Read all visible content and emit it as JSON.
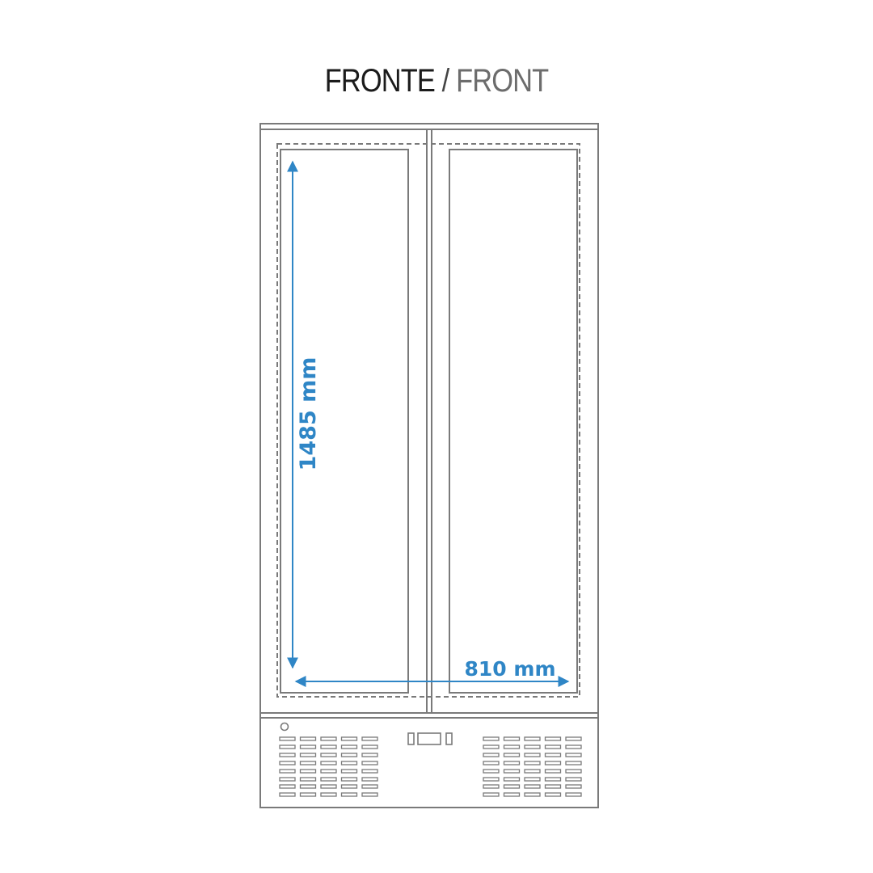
{
  "title": {
    "italian": "FRONTE",
    "separator": " / ",
    "english": "FRONT"
  },
  "dimensions": {
    "height_label": "1485 mm",
    "width_label": "810 mm"
  },
  "colors": {
    "outline": "#7a7a7a",
    "dimension": "#2f86c6",
    "title_dark": "#1b1b1b",
    "title_light": "#6c6c6c"
  },
  "drawing": {
    "type": "double-door refrigerator front view",
    "doors": 2,
    "vent_grid_left": {
      "columns": 5,
      "rows": 8
    },
    "vent_grid_right": {
      "columns": 5,
      "rows": 8
    },
    "control_panel": "display with two side buttons",
    "indicator": "circle (top-left of base)"
  }
}
